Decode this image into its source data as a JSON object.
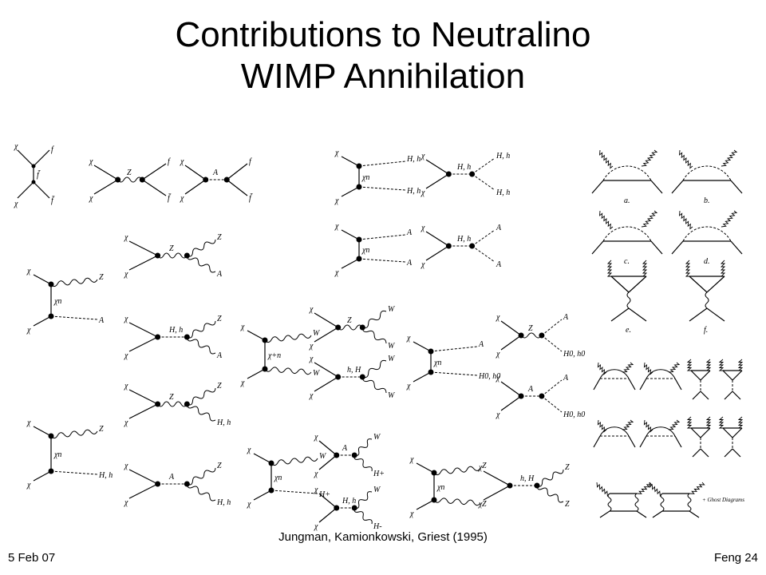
{
  "slide": {
    "title_line1": "Contributions to Neutralino",
    "title_line2": "WIMP Annihilation",
    "citation": "Jungman, Kamionkowski, Griest (1995)",
    "date": "5 Feb 07",
    "footer": "Feng 24"
  },
  "labels": {
    "chi": "χ",
    "chi_n": "χn",
    "chi_plus": "χ+n",
    "f": "f",
    "fbar": "f̄",
    "fbar_tilde": "f̃",
    "Z": "Z",
    "A": "A",
    "W": "W",
    "Hh": "H, h",
    "HH": "h, H",
    "H0h0": "H0, h0",
    "Hplus": "H+",
    "Hminus": "H-",
    "a": "a.",
    "b": "b.",
    "c": "c.",
    "d": "d.",
    "e": "e.",
    "f_lbl": "f.",
    "ghost": "+ Ghost Diagrams"
  }
}
